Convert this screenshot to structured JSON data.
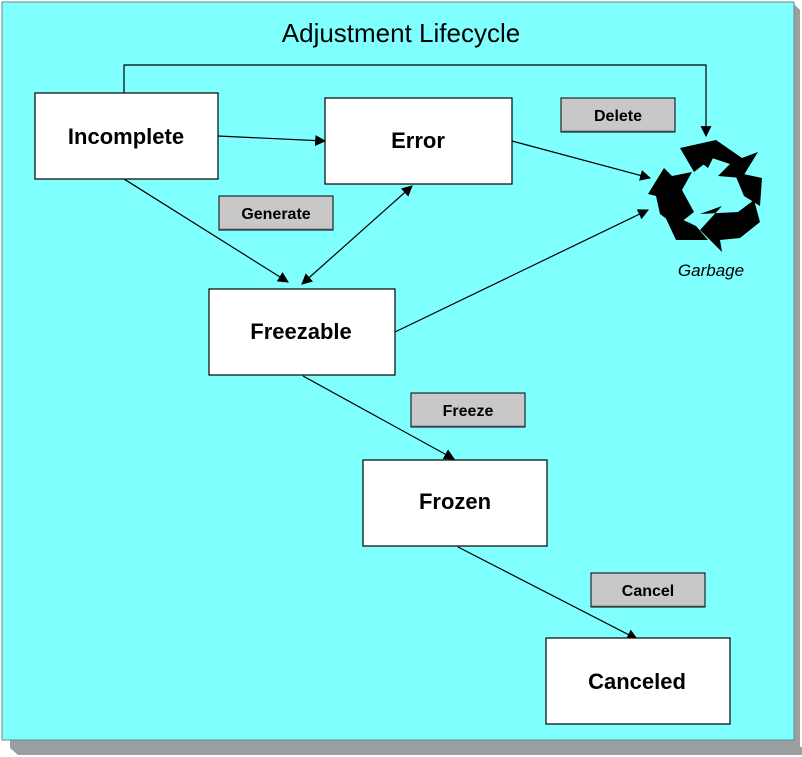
{
  "title": "Adjustment Lifecycle",
  "states": {
    "incomplete": "Incomplete",
    "error": "Error",
    "freezable": "Freezable",
    "frozen": "Frozen",
    "canceled": "Canceled"
  },
  "actions": {
    "delete": "Delete",
    "generate": "Generate",
    "freeze": "Freeze",
    "cancel": "Cancel"
  },
  "garbage": {
    "label": "Garbage",
    "icon": "recycle-icon"
  },
  "colors": {
    "background": "#80ffff",
    "state_fill": "#ffffff",
    "action_fill": "#c8c8c8"
  }
}
